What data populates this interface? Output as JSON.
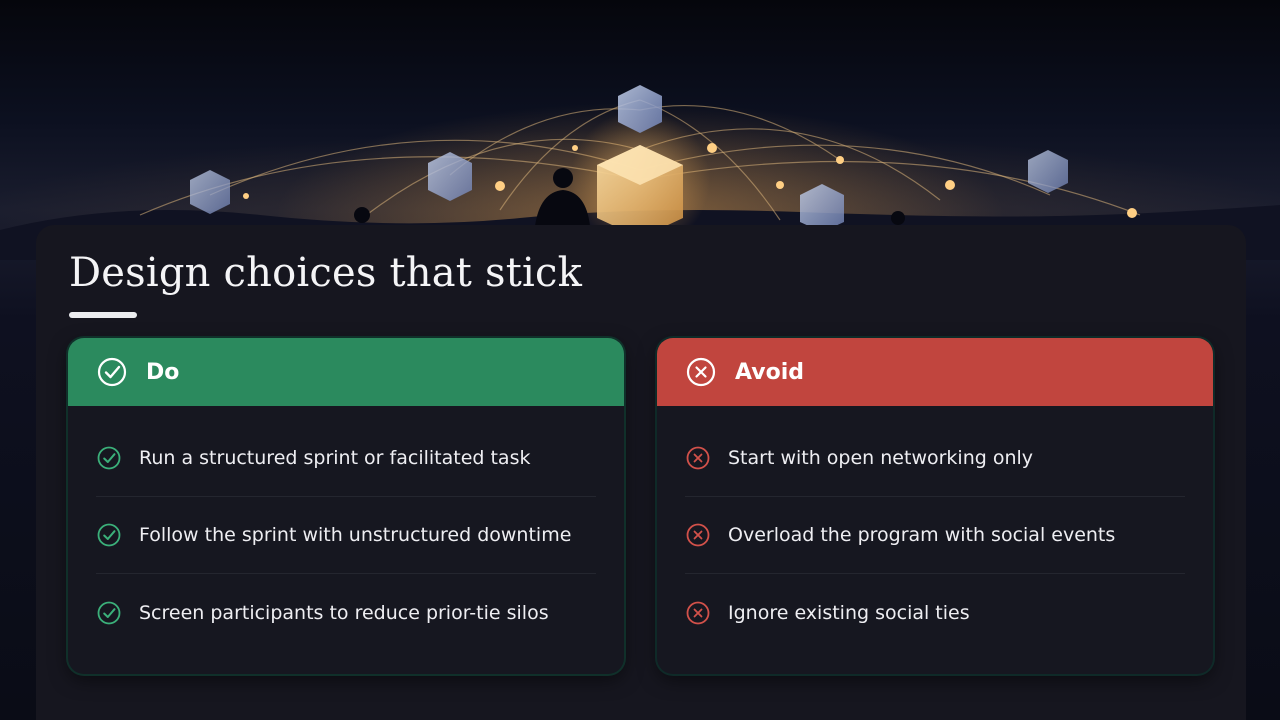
{
  "slide": {
    "title": "Design choices that stick"
  },
  "do_panel": {
    "label": "Do",
    "accent": "#2b8a5e",
    "icon": "check-circle-icon",
    "items": [
      "Run a structured sprint or facilitated task",
      "Follow the sprint with unstructured downtime",
      "Screen participants to reduce prior-tie silos"
    ]
  },
  "avoid_panel": {
    "label": "Avoid",
    "accent": "#c1453e",
    "icon": "x-circle-icon",
    "items": [
      "Start with open networking only",
      "Overload the program with social events",
      "Ignore existing social ties"
    ]
  },
  "colors": {
    "background": "#0b0d18",
    "card": "#16161f",
    "text": "#f2f2f4"
  }
}
